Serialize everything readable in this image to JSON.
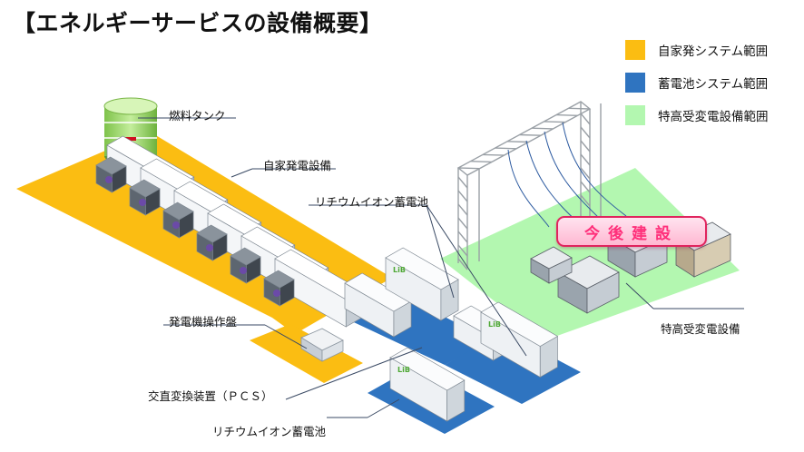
{
  "title": "【エネルギーサービスの設備概要】",
  "legend": [
    {
      "label": "自家発システム範囲",
      "color": "#fbbd12"
    },
    {
      "label": "蓄電池システム範囲",
      "color": "#2f74c0"
    },
    {
      "label": "特高受変電設備範囲",
      "color": "#b3f7b0"
    }
  ],
  "callouts": {
    "fuel_tank": "燃料タンク",
    "generator": "自家発電設備",
    "lithium_top": "リチウムイオン蓄電池",
    "control_panel": "発電機操作盤",
    "pcs": "交直変換装置（ＰＣＳ）",
    "lithium_bottom": "リチウムイオン蓄電池",
    "substation": "特高受変電設備"
  },
  "badge": "今後建設",
  "battery_mark": "LiB",
  "colors": {
    "generator_area": "#fbbd12",
    "battery_area": "#2f74c0",
    "substation_area": "#b3f7b0",
    "badge_text": "#ff2f7a",
    "badge_border": "#e0245e"
  }
}
